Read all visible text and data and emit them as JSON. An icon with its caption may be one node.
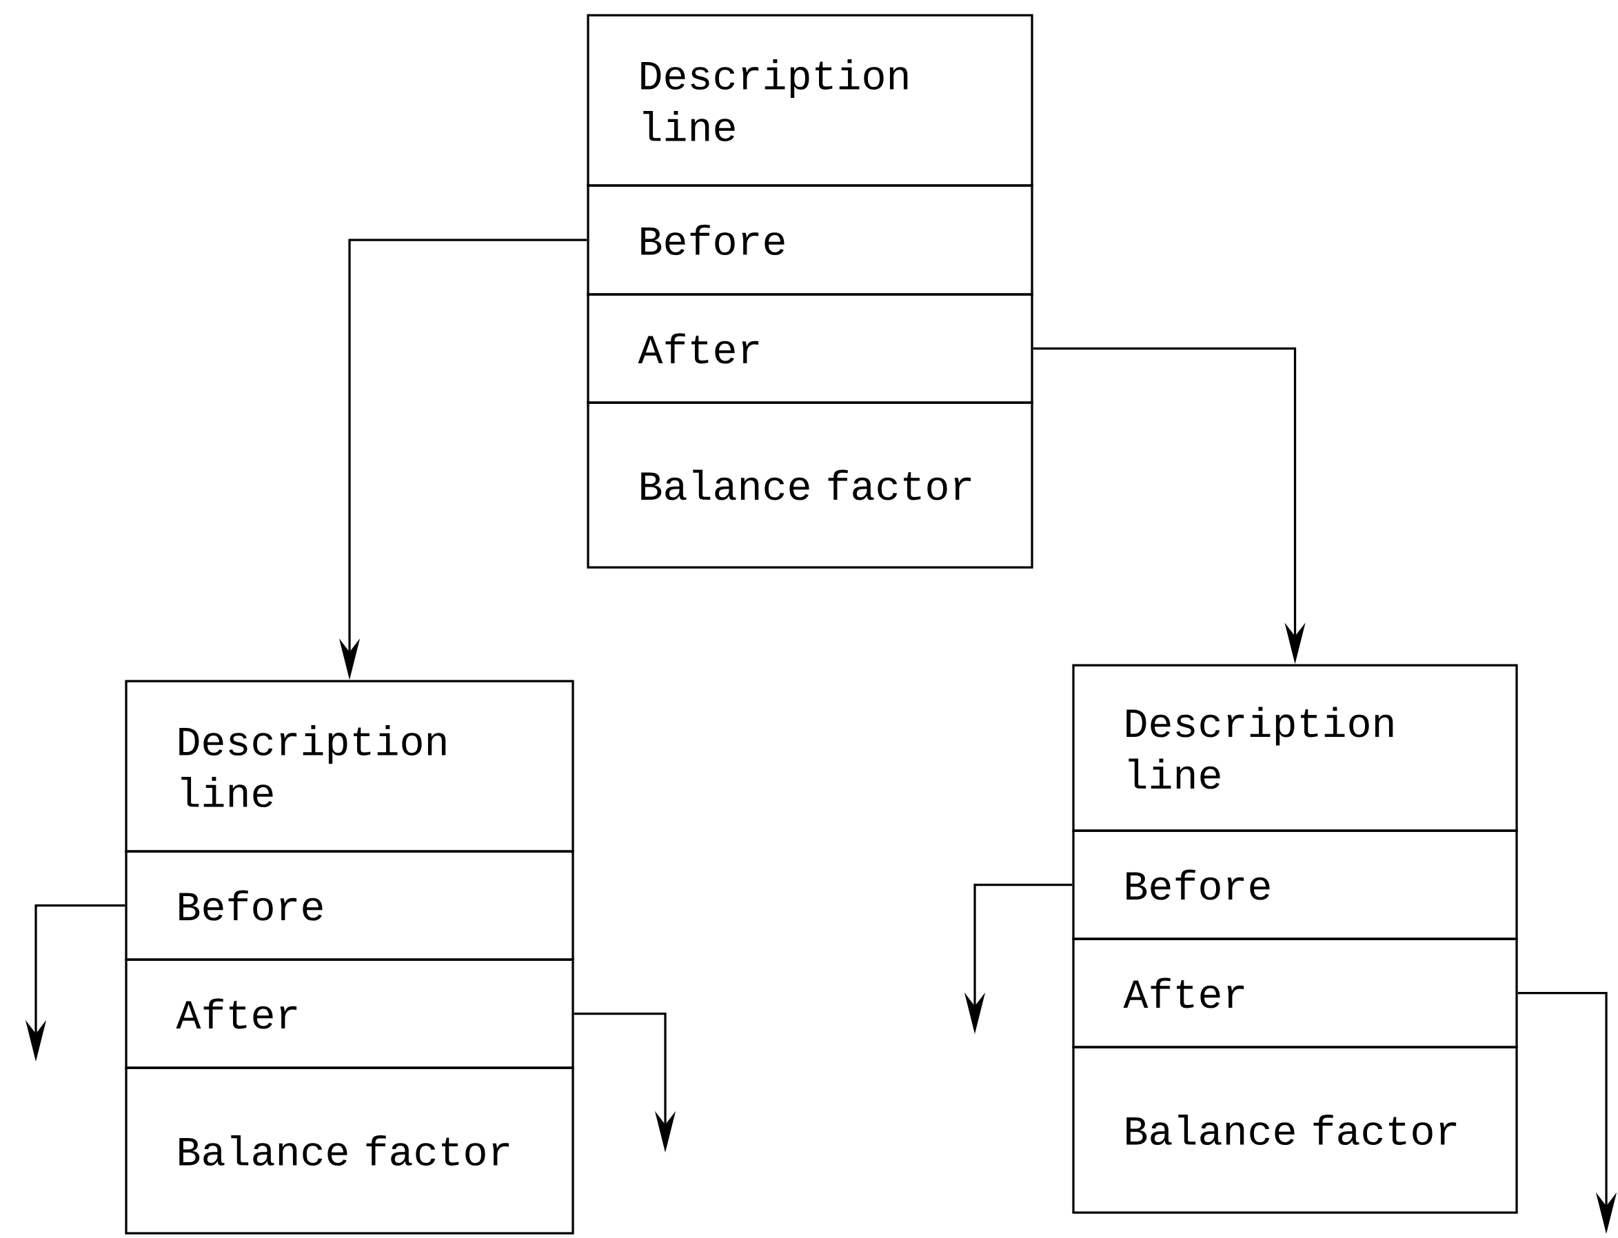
{
  "diagram": {
    "nodes": [
      {
        "text": [
          "Description line"
        ]
      },
      {
        "text": [
          "Before"
        ]
      },
      {
        "text": [
          "After"
        ]
      },
      {
        "text": [
          "Balance factor"
        ]
      },
      {
        "text": [
          "Description line"
        ]
      },
      {
        "text": [
          "Before"
        ]
      },
      {
        "text": [
          "After"
        ]
      },
      {
        "text": [
          "Balance factor"
        ]
      },
      {
        "text": [
          "Description line"
        ]
      },
      {
        "text": [
          "Before"
        ]
      },
      {
        "text": [
          "After"
        ]
      },
      {
        "text": [
          "Balance factor"
        ]
      }
    ],
    "edges": [
      {
        "from": 1,
        "to": 4,
        "arrow": "to"
      },
      {
        "from": 2,
        "to": 8,
        "arrow": "to"
      },
      {
        "from": 5,
        "to": null,
        "arrow": "to"
      },
      {
        "from": 6,
        "to": null,
        "arrow": "to"
      },
      {
        "from": 9,
        "to": null,
        "arrow": "to"
      },
      {
        "from": 10,
        "to": null,
        "arrow": "to"
      }
    ]
  }
}
